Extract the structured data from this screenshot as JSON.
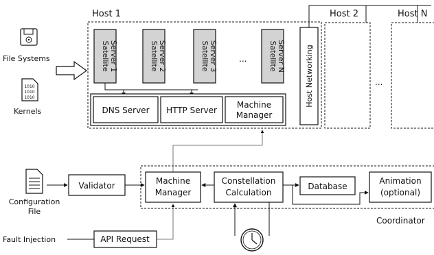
{
  "hosts": {
    "host1": "Host 1",
    "host2": "Host 2",
    "hostN": "Host N",
    "ellipsis_between_hosts": "..."
  },
  "satellites": [
    {
      "line1": "Satellite",
      "line2": "Server 1"
    },
    {
      "line1": "Satellite",
      "line2": "Server 2"
    },
    {
      "line1": "Satellite",
      "line2": "Server 3"
    },
    {
      "line1": "Satellite",
      "line2": "Server N"
    }
  ],
  "satellite_ellipsis": "...",
  "services": {
    "dns": "DNS Server",
    "http": "HTTP Server",
    "machine_manager_line1": "Machine",
    "machine_manager_line2": "Manager"
  },
  "host_networking": "Host Networking",
  "inputs": {
    "file_systems": "File Systems",
    "kernels": "Kernels",
    "config_line1": "Configuration",
    "config_line2": "File",
    "fault_injection": "Fault Injection"
  },
  "pipeline": {
    "validator": "Validator",
    "manager_line1": "Machine",
    "manager_line2": "Manager",
    "constellation_line1": "Constellation",
    "constellation_line2": "Calculation",
    "database": "Database",
    "animation_line1": "Animation",
    "animation_line2": "(optional)",
    "api_request": "API Request",
    "coordinator": "Coordinator"
  },
  "icons": [
    "floppy-disk-icon",
    "binary-document-icon",
    "document-icon",
    "clock-icon"
  ]
}
